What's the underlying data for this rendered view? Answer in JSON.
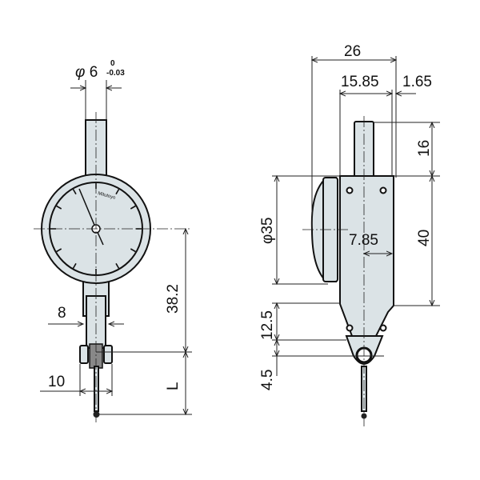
{
  "colors": {
    "body_fill": "#dbe3e6",
    "line": "#111111"
  },
  "front_view": {
    "stem_diameter": {
      "symbol": "φ",
      "value": "6",
      "tol_upper": "0",
      "tol_lower": "-0.03"
    },
    "dial_brand": "Mitutoyo",
    "dim_center_to_tip": "38.2",
    "dim_neck_width": "8",
    "dim_bracket_width": "10",
    "dim_length": "L"
  },
  "side_view": {
    "dim_overall_depth": "26",
    "dim_body_depth": "15.85",
    "dim_offset": "1.65",
    "dim_stem_length": "16",
    "dim_body_height": "40",
    "dim_dial_diameter": "φ35",
    "dim_stem_offset": "7.85",
    "dim_taper": "12.5",
    "dim_pivot": "4.5"
  }
}
